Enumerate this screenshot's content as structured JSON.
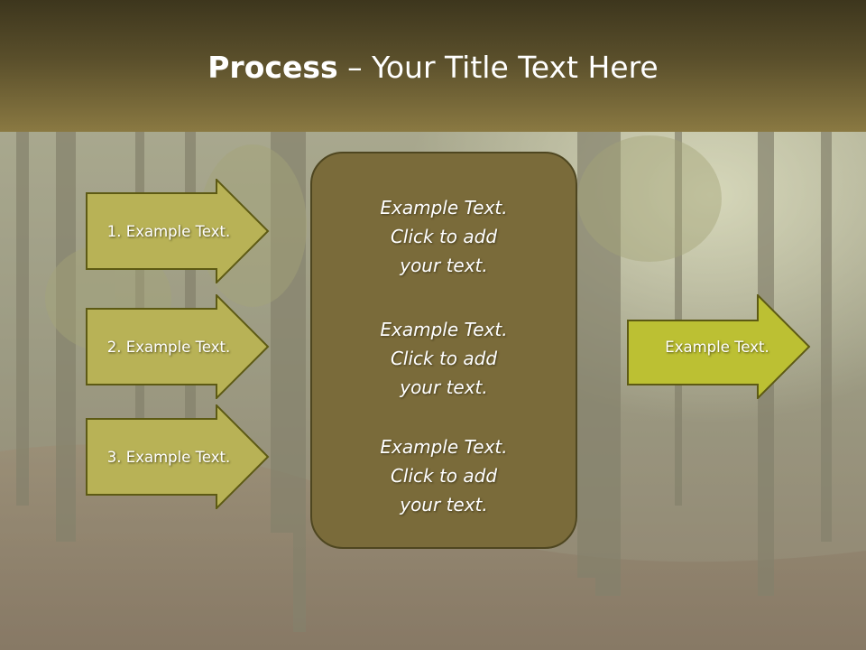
{
  "slide": {
    "title_bold": "Process",
    "title_rest": " – Your Title Text Here",
    "left_steps": [
      {
        "label": "1. Example Text."
      },
      {
        "label": "2. Example Text."
      },
      {
        "label": "3. Example Text."
      }
    ],
    "center_blocks": [
      {
        "lines": [
          "Example Text.",
          "Click  to add",
          "your text."
        ]
      },
      {
        "lines": [
          "Example Text.",
          "Click  to add",
          "your text."
        ]
      },
      {
        "lines": [
          "Example Text.",
          "Click  to add",
          "your text."
        ]
      }
    ],
    "result": {
      "label": "Example Text."
    }
  },
  "colors": {
    "title_bar_top": "#3d361d",
    "title_bar_bottom": "#8a7942",
    "left_arrow_fill": "#b8b256",
    "arrow_border": "#5d5a14",
    "center_box_fill": "#7a6b3a",
    "result_arrow_fill": "#bcc033"
  }
}
